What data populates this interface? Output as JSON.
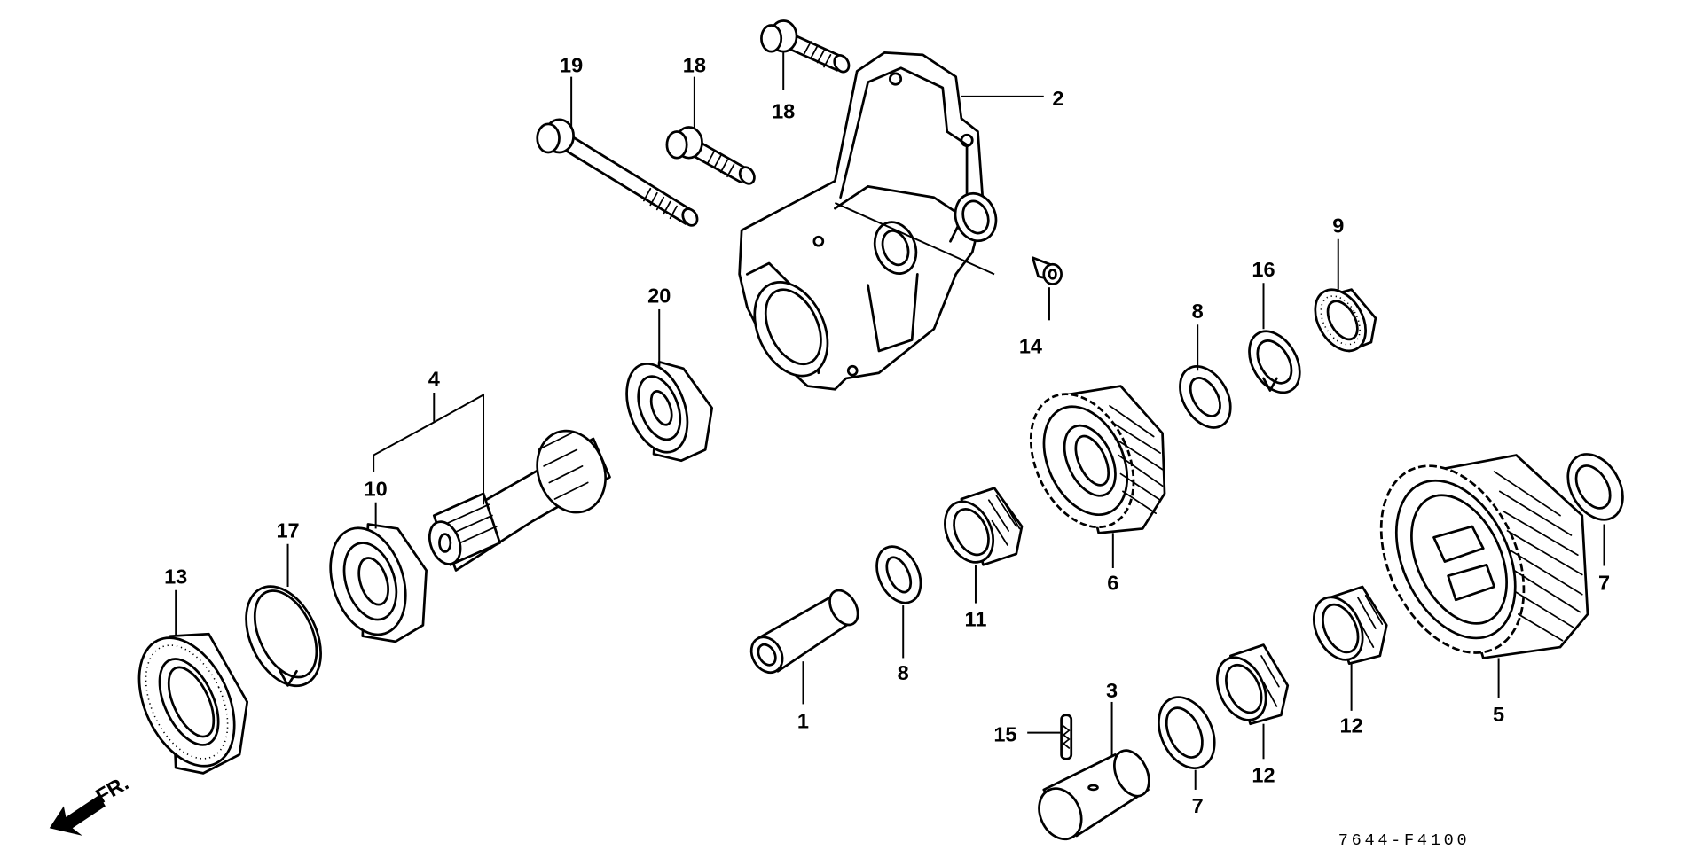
{
  "diagram": {
    "title": "Exploded parts diagram - gear case / shaft assembly",
    "code": "7644-F4100",
    "direction_label": "FR.",
    "callouts": [
      {
        "id": "c19",
        "label": "19",
        "part": "flange-bolt-long"
      },
      {
        "id": "c18a",
        "label": "18",
        "part": "flange-bolt"
      },
      {
        "id": "c18b",
        "label": "18",
        "part": "flange-bolt"
      },
      {
        "id": "c2",
        "label": "2",
        "part": "gear-case-housing"
      },
      {
        "id": "c14",
        "label": "14",
        "part": "dowel-pin"
      },
      {
        "id": "c20",
        "label": "20",
        "part": "ball-bearing"
      },
      {
        "id": "c9",
        "label": "9",
        "part": "oil-seal"
      },
      {
        "id": "c16",
        "label": "16",
        "part": "circlip"
      },
      {
        "id": "c8a",
        "label": "8",
        "part": "thrust-washer"
      },
      {
        "id": "c4",
        "label": "4",
        "part": "countershaft-assembly"
      },
      {
        "id": "c10",
        "label": "10",
        "part": "ball-bearing"
      },
      {
        "id": "c17",
        "label": "17",
        "part": "circlip"
      },
      {
        "id": "c13",
        "label": "13",
        "part": "oil-seal"
      },
      {
        "id": "c6",
        "label": "6",
        "part": "gear"
      },
      {
        "id": "c11",
        "label": "11",
        "part": "needle-bearing"
      },
      {
        "id": "c8b",
        "label": "8",
        "part": "thrust-washer"
      },
      {
        "id": "c1",
        "label": "1",
        "part": "collar"
      },
      {
        "id": "c7a",
        "label": "7",
        "part": "thrust-washer"
      },
      {
        "id": "c5",
        "label": "5",
        "part": "gear"
      },
      {
        "id": "c12a",
        "label": "12",
        "part": "needle-bearing"
      },
      {
        "id": "c12b",
        "label": "12",
        "part": "needle-bearing"
      },
      {
        "id": "c3",
        "label": "3",
        "part": "shaft"
      },
      {
        "id": "c15",
        "label": "15",
        "part": "spring-pin"
      },
      {
        "id": "c7b",
        "label": "7",
        "part": "thrust-washer"
      }
    ]
  }
}
